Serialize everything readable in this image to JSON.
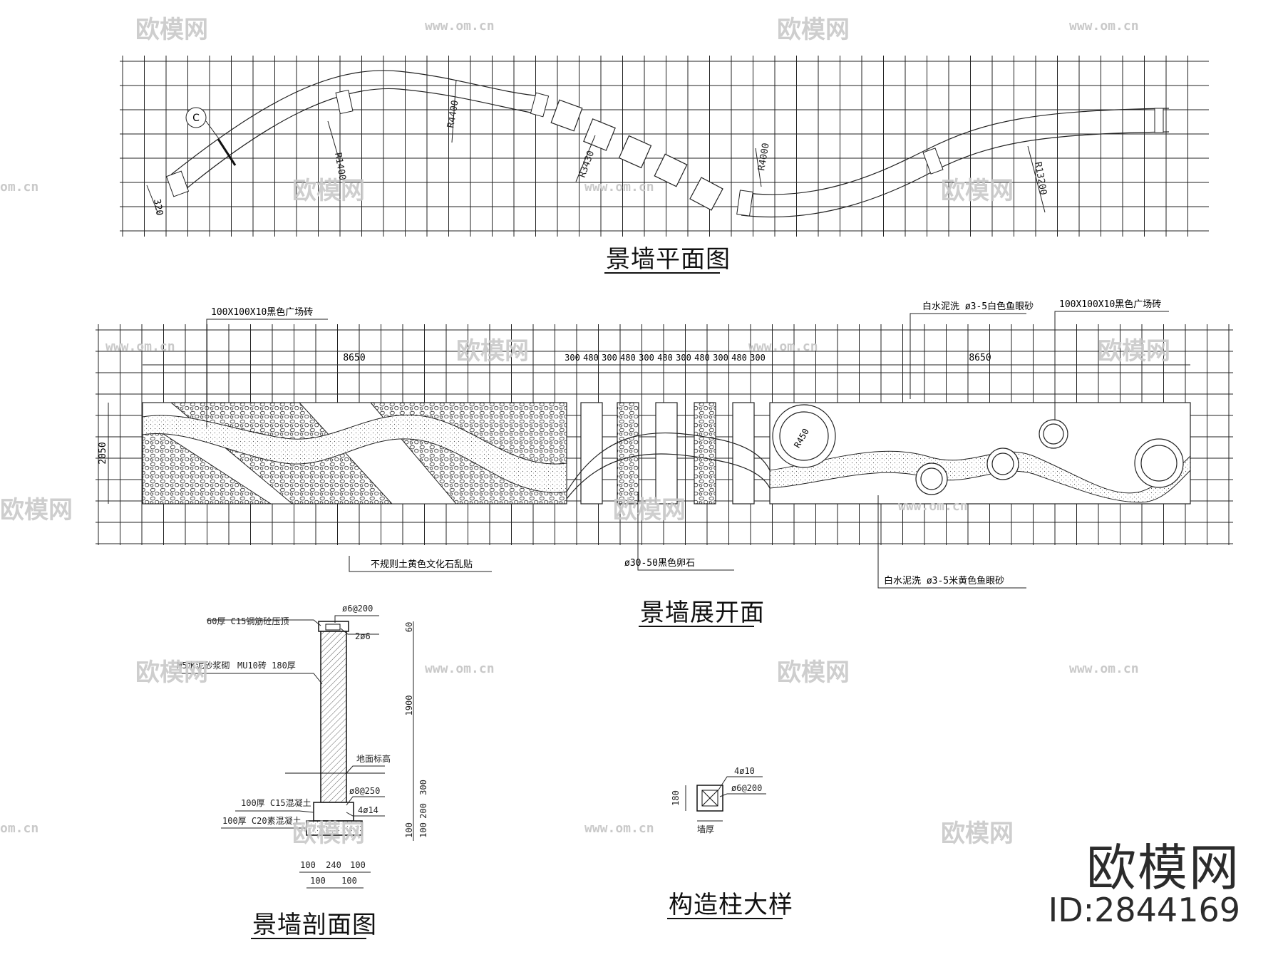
{
  "titles": {
    "plan": "景墙平面图",
    "elevation": "景墙展开面",
    "section": "景墙剖面图",
    "column": "构造柱大样"
  },
  "watermark": {
    "brand": "欧模网",
    "id": "ID:2844169",
    "site_url": "www.om.cn",
    "edge_url": "om.cn"
  },
  "plan": {
    "radius_labels": [
      "R1400",
      "R4400",
      "R3430",
      "R4000",
      "R13200"
    ],
    "dim_320": "320",
    "section_mark": "C"
  },
  "elevation": {
    "notes": {
      "black_tile_left": "100X100X10黑色广场砖",
      "black_tile_right": "100X100X10黑色广场砖",
      "white_sand_top": "白水泥洗  ø3-5白色鱼眼砂",
      "yellow_stone": "不规则土黄色文化石乱贴",
      "pebble": "ø30-50黑色卵石",
      "yellow_sand": "白水泥洗  ø3-5米黄色鱼眼砂"
    },
    "dims": {
      "left": "8650",
      "right": "8650",
      "height": "2050",
      "segments": [
        "300",
        "480",
        "300",
        "480",
        "300",
        "480",
        "300",
        "480",
        "300",
        "480",
        "300"
      ],
      "r450": "R450"
    }
  },
  "section": {
    "notes": {
      "cap": "60厚 C15钢筋砼压顶",
      "rebar_top": "ø6@200",
      "rebar_2": "2ø6",
      "mortar": "M5水泥砂浆砌",
      "brick": "MU10砖 180厚",
      "ground": "地面标高",
      "stirrup": "ø8@250",
      "bars": "4ø14",
      "concrete": "100厚 C15混凝土",
      "base": "100厚 C20素混凝土"
    },
    "dims": {
      "v60": "60",
      "v1900": "1900",
      "v300": "300",
      "v200": "200",
      "v100a": "100",
      "v100b": "100",
      "h100a": "100",
      "h240": "240",
      "h100b": "100",
      "h100c": "100",
      "h100d": "100"
    }
  },
  "column": {
    "notes": {
      "bars": "4ø10",
      "stirrup": "ø6@200",
      "size": "180",
      "wall": "墙厚"
    }
  }
}
